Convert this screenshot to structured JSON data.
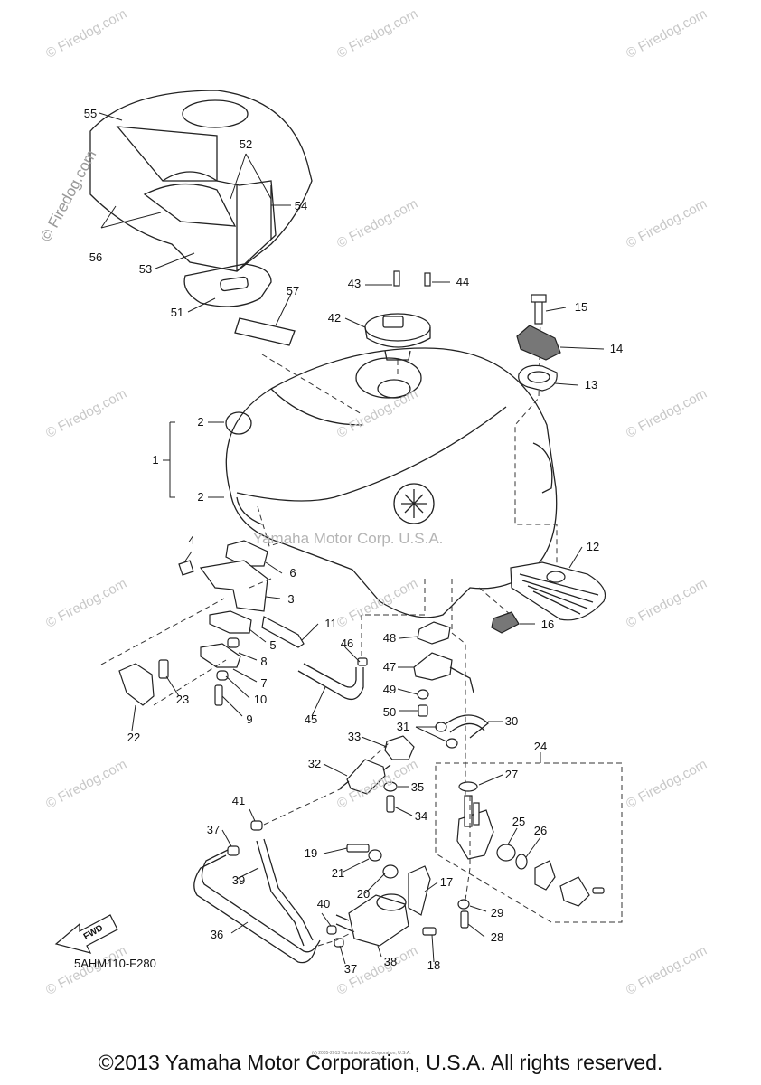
{
  "callouts": [
    {
      "id": "1",
      "label": "1"
    },
    {
      "id": "2a",
      "label": "2"
    },
    {
      "id": "2b",
      "label": "2"
    },
    {
      "id": "3",
      "label": "3"
    },
    {
      "id": "4",
      "label": "4"
    },
    {
      "id": "5",
      "label": "5"
    },
    {
      "id": "6",
      "label": "6"
    },
    {
      "id": "7",
      "label": "7"
    },
    {
      "id": "8",
      "label": "8"
    },
    {
      "id": "9",
      "label": "9"
    },
    {
      "id": "10",
      "label": "10"
    },
    {
      "id": "11",
      "label": "11"
    },
    {
      "id": "12",
      "label": "12"
    },
    {
      "id": "13",
      "label": "13"
    },
    {
      "id": "14",
      "label": "14"
    },
    {
      "id": "15",
      "label": "15"
    },
    {
      "id": "16",
      "label": "16"
    },
    {
      "id": "17",
      "label": "17"
    },
    {
      "id": "18",
      "label": "18"
    },
    {
      "id": "19",
      "label": "19"
    },
    {
      "id": "20",
      "label": "20"
    },
    {
      "id": "21",
      "label": "21"
    },
    {
      "id": "22",
      "label": "22"
    },
    {
      "id": "23",
      "label": "23"
    },
    {
      "id": "24",
      "label": "24"
    },
    {
      "id": "25",
      "label": "25"
    },
    {
      "id": "26",
      "label": "26"
    },
    {
      "id": "27",
      "label": "27"
    },
    {
      "id": "28",
      "label": "28"
    },
    {
      "id": "29",
      "label": "29"
    },
    {
      "id": "30",
      "label": "30"
    },
    {
      "id": "31",
      "label": "31"
    },
    {
      "id": "32",
      "label": "32"
    },
    {
      "id": "33",
      "label": "33"
    },
    {
      "id": "34",
      "label": "34"
    },
    {
      "id": "35",
      "label": "35"
    },
    {
      "id": "36",
      "label": "36"
    },
    {
      "id": "37a",
      "label": "37"
    },
    {
      "id": "37b",
      "label": "37"
    },
    {
      "id": "38",
      "label": "38"
    },
    {
      "id": "39",
      "label": "39"
    },
    {
      "id": "40",
      "label": "40"
    },
    {
      "id": "41",
      "label": "41"
    },
    {
      "id": "42",
      "label": "42"
    },
    {
      "id": "43",
      "label": "43"
    },
    {
      "id": "44",
      "label": "44"
    },
    {
      "id": "45",
      "label": "45"
    },
    {
      "id": "46",
      "label": "46"
    },
    {
      "id": "47",
      "label": "47"
    },
    {
      "id": "48",
      "label": "48"
    },
    {
      "id": "49",
      "label": "49"
    },
    {
      "id": "50",
      "label": "50"
    },
    {
      "id": "51",
      "label": "51"
    },
    {
      "id": "52",
      "label": "52"
    },
    {
      "id": "53",
      "label": "53"
    },
    {
      "id": "54",
      "label": "54"
    },
    {
      "id": "55",
      "label": "55"
    },
    {
      "id": "56",
      "label": "56"
    },
    {
      "id": "57",
      "label": "57"
    }
  ],
  "watermark": {
    "text": "© Firedog.com",
    "vertical_text": "© Firedog.com",
    "center_text": "Yamaha Motor Corp. U.S.A."
  },
  "fwd_label": "FWD",
  "diagram_code": "5AHM110-F280",
  "footer": {
    "copyright": "©2013 Yamaha Motor Corporation, U.S.A. All rights reserved.",
    "tiny_note": "(c) 2005-2013 Yamaha Motor Corporation, U.S.A."
  }
}
